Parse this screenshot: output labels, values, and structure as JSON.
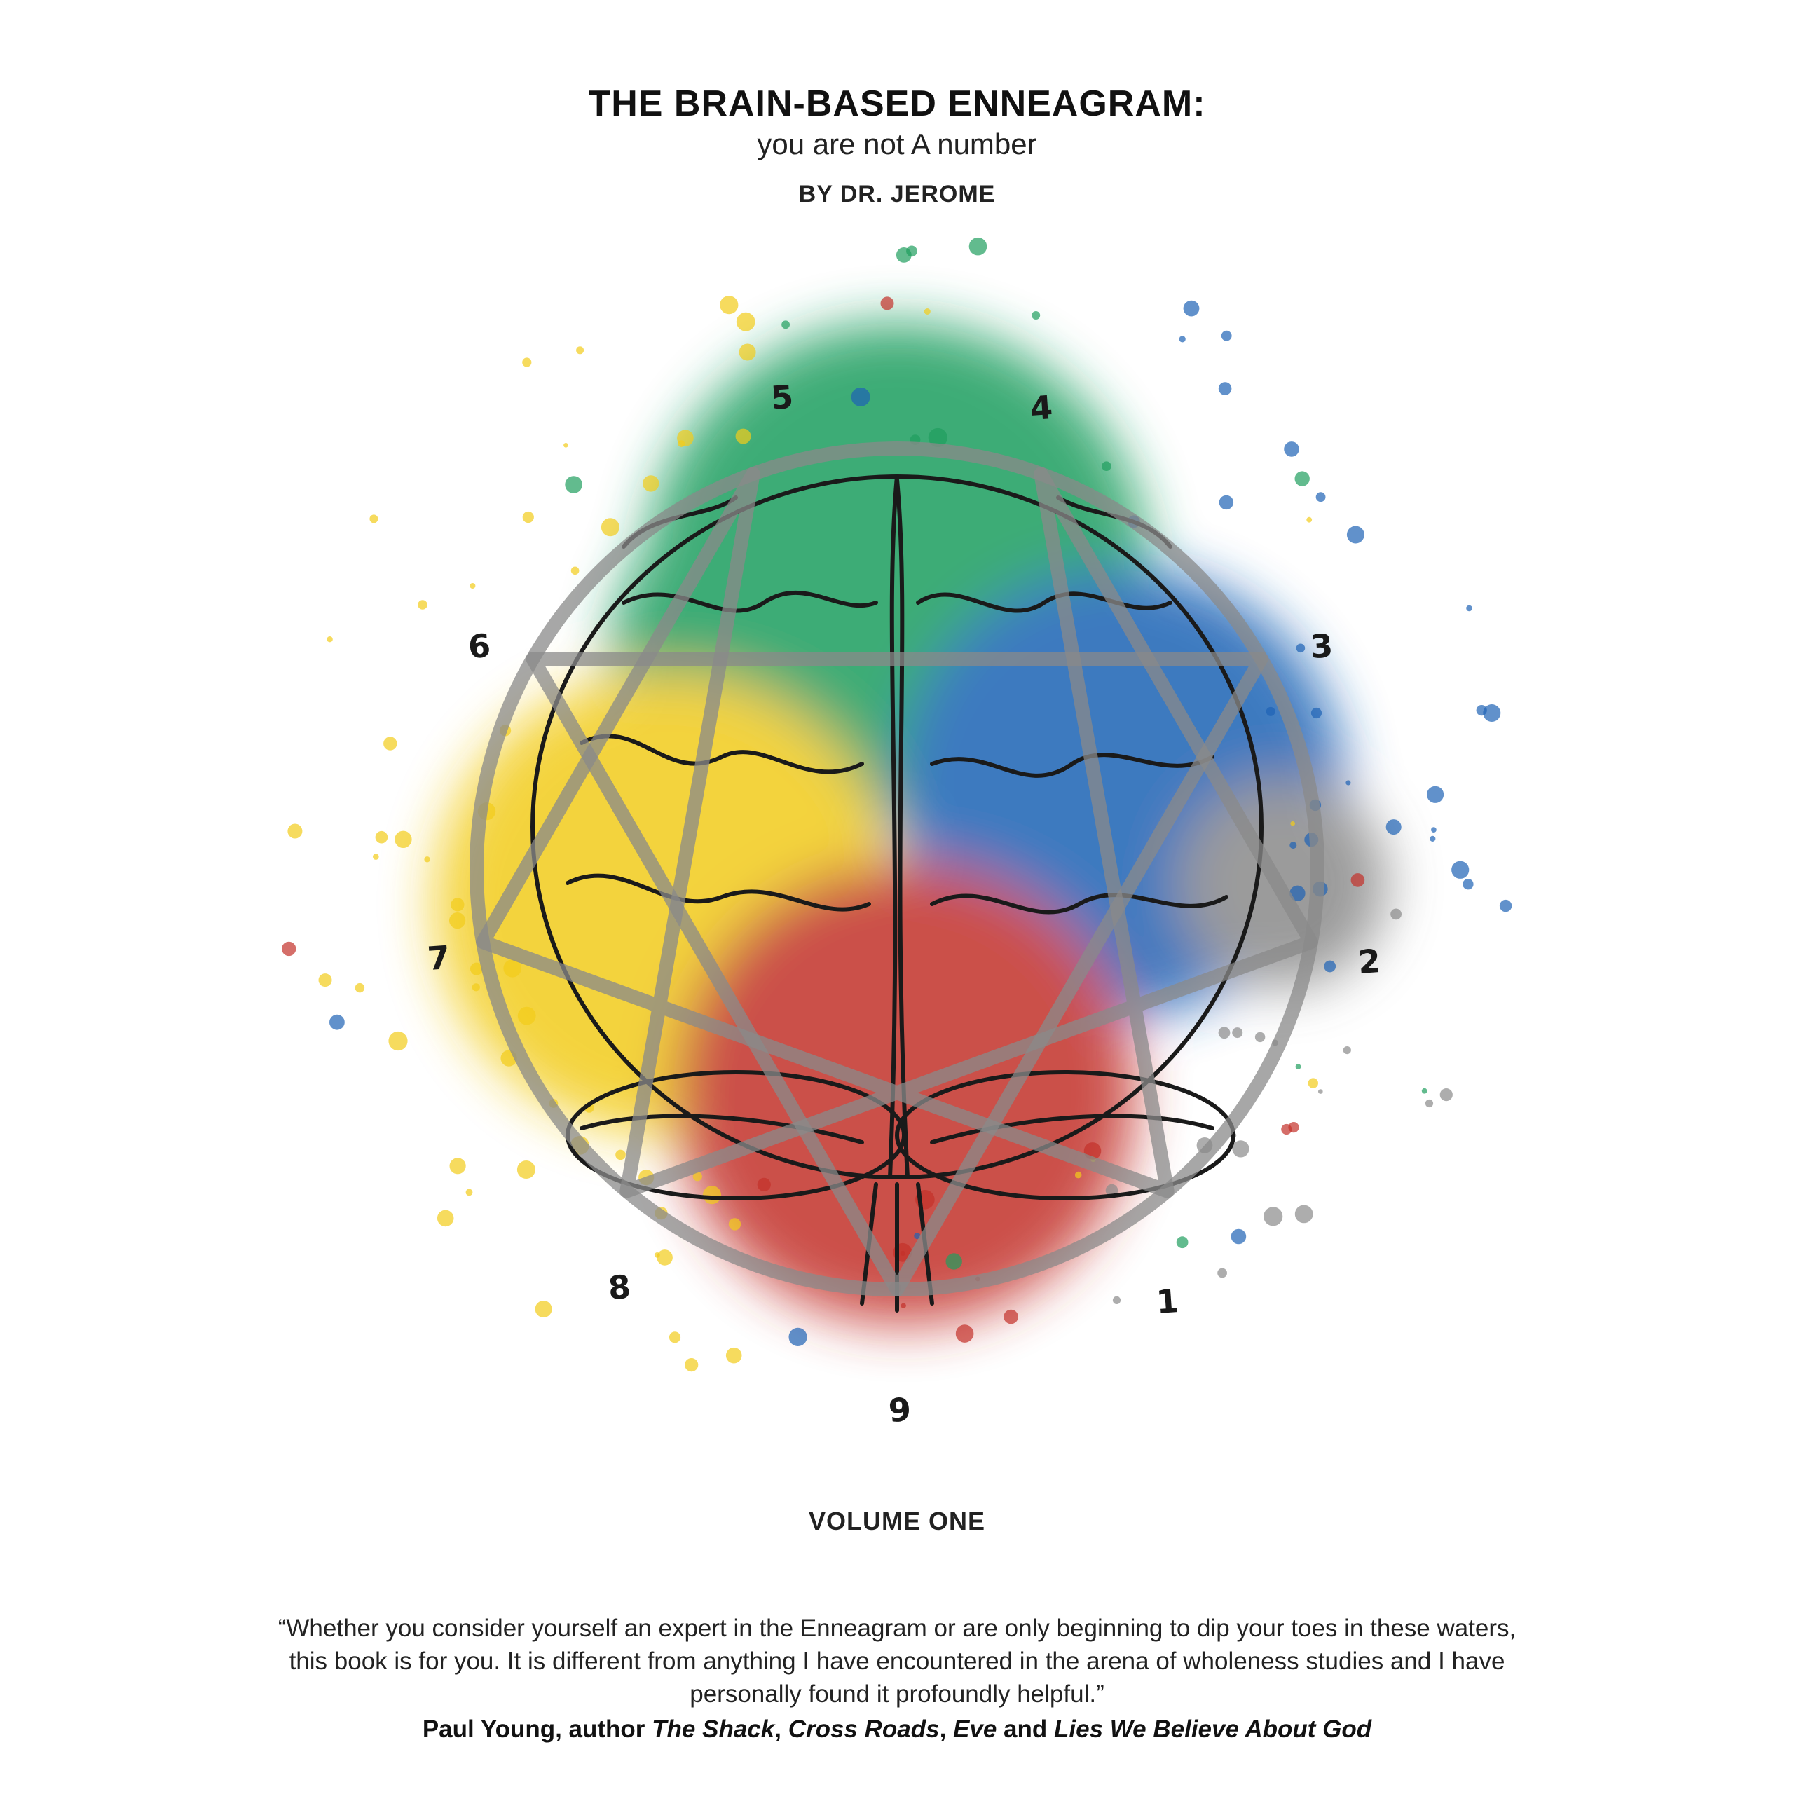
{
  "cover": {
    "title": "THE BRAIN-BASED ENNEAGRAM:",
    "subtitle": "you are not A number",
    "author": "BY DR. JEROME",
    "volume": "VOLUME ONE",
    "quote": "“Whether you consider yourself an expert in the Enneagram or are only beginning to dip your toes in these waters, this book is for you. It is different from anything I have encountered in the arena of wholeness studies and I have personally found it profoundly helpful.”",
    "attribution": {
      "prefix": "Paul Young, author ",
      "book1": "The Shack",
      "sep1": ", ",
      "book2": "Cross Roads",
      "sep2": ", ",
      "book3": "Eve",
      "sep3": " and ",
      "book4": "Lies We Believe About God"
    }
  },
  "enneagram": {
    "numbers": [
      "1",
      "2",
      "3",
      "4",
      "5",
      "6",
      "7",
      "8",
      "9"
    ]
  },
  "colors": {
    "green": "#1f9e5e",
    "blue": "#1e63b5",
    "yellow": "#f2cc1a",
    "red": "#c3302a",
    "gray": "#8a8a8a"
  }
}
